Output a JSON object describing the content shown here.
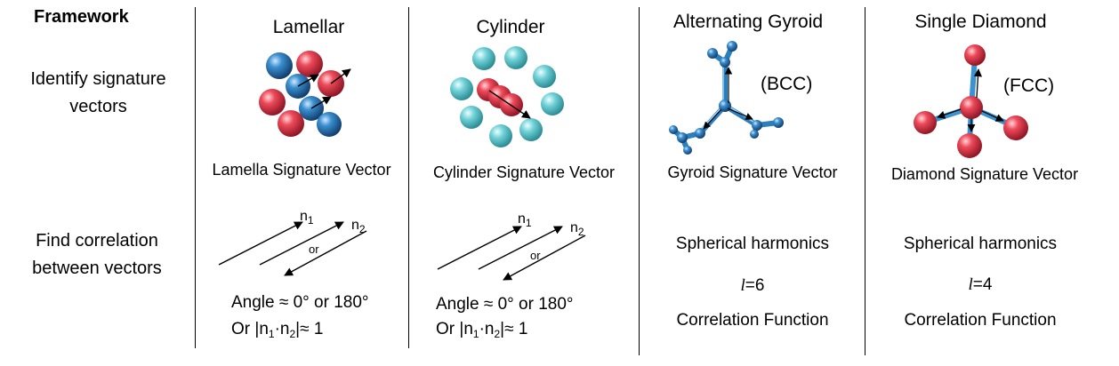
{
  "header": {
    "framework": "Framework",
    "columns": [
      "Lamellar",
      "Cylinder",
      "Alternating Gyroid",
      "Single Diamond"
    ]
  },
  "rows": {
    "identify": [
      "Identify signature",
      "vectors"
    ],
    "correlate": [
      "Find correlation",
      "between vectors"
    ]
  },
  "lamellar": {
    "signature": "Lamella Signature Vector",
    "n1": "n",
    "n1_sub": "1",
    "n2": "n",
    "n2_sub": "2",
    "or": "or",
    "angle": "Angle ≈ 0° or 180°",
    "dot_prefix": "Or |n",
    "dot_sub1": "1",
    "dot_mid": "·n",
    "dot_sub2": "2",
    "dot_suffix": "|≈ 1"
  },
  "cylinder": {
    "signature": "Cylinder Signature Vector",
    "n1": "n",
    "n1_sub": "1",
    "n2": "n",
    "n2_sub": "2",
    "or": "or",
    "angle": "Angle ≈ 0° or 180°",
    "dot_prefix": "Or |n",
    "dot_sub1": "1",
    "dot_mid": "·n",
    "dot_sub2": "2",
    "dot_suffix": "|≈ 1"
  },
  "gyroid": {
    "lattice": "(BCC)",
    "signature": "Gyroid Signature Vector",
    "harmonics": "Spherical harmonics",
    "l_symbol": "l",
    "l_value": "=6",
    "correlation": "Correlation Function"
  },
  "diamond": {
    "lattice": "(FCC)",
    "signature": "Diamond Signature Vector",
    "harmonics": "Spherical harmonics",
    "l_symbol": "l",
    "l_value": "=4",
    "correlation": "Correlation Function"
  },
  "colors": {
    "red": "#e5394a",
    "blue": "#2f7fc0",
    "cyan": "#5cc7cf",
    "rod": "#3a93cf"
  }
}
